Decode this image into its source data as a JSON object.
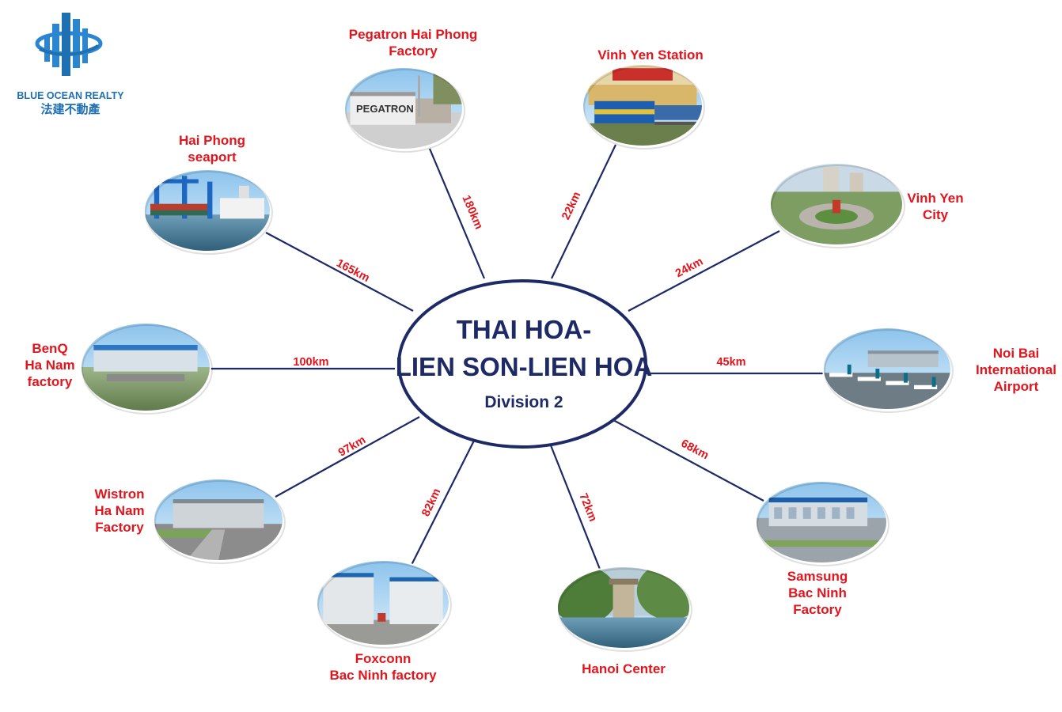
{
  "brand": {
    "name": "BLUE OCEAN REALTY",
    "cjk": "法建不動產",
    "color": "#1f6fb3"
  },
  "center": {
    "line1": "THAI HOA-",
    "line2": "LIEN SON-LIEN HOA",
    "line3": "Division 2"
  },
  "colors": {
    "label": "#e3141b",
    "navy": "#1d2a66"
  },
  "destinations": [
    {
      "id": "pegatron",
      "name": [
        "Pegatron Hai Phong",
        "Factory"
      ],
      "distance": "180km",
      "scene": "factory-pegatron"
    },
    {
      "id": "vinh-yen-station",
      "name": [
        "Vinh Yen Station"
      ],
      "distance": "22km",
      "scene": "train-station"
    },
    {
      "id": "vinh-yen-city",
      "name": [
        "Vinh Yen",
        "City"
      ],
      "distance": "24km",
      "scene": "city-roundabout"
    },
    {
      "id": "noi-bai",
      "name": [
        "Noi Bai",
        "International",
        "Airport"
      ],
      "distance": "45km",
      "scene": "airport"
    },
    {
      "id": "samsung",
      "name": [
        "Samsung",
        "Bac Ninh",
        "Factory"
      ],
      "distance": "68km",
      "scene": "factory-samsung"
    },
    {
      "id": "hanoi",
      "name": [
        "Hanoi Center"
      ],
      "distance": "72km",
      "scene": "lake-tower"
    },
    {
      "id": "foxconn",
      "name": [
        "Foxconn",
        "Bac Ninh factory"
      ],
      "distance": "82km",
      "scene": "factory-foxconn"
    },
    {
      "id": "wistron",
      "name": [
        "Wistron",
        "Ha Nam",
        "Factory"
      ],
      "distance": "97km",
      "scene": "factory-wistron"
    },
    {
      "id": "benq",
      "name": [
        "BenQ",
        "Ha Nam",
        "factory"
      ],
      "distance": "100km",
      "scene": "factory-benq"
    },
    {
      "id": "hai-phong-port",
      "name": [
        "Hai Phong",
        "seaport"
      ],
      "distance": "165km",
      "scene": "seaport"
    }
  ]
}
